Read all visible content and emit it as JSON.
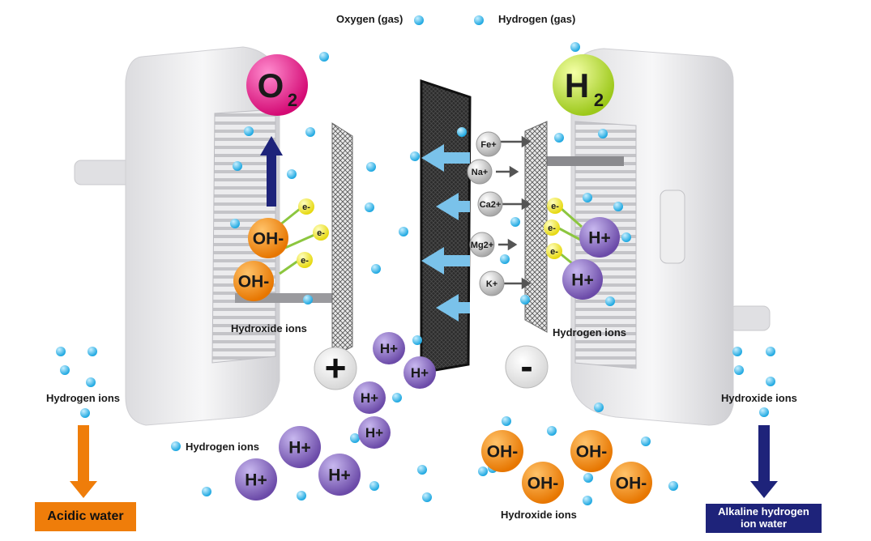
{
  "legend": {
    "oxygen_label": "Oxygen (gas)",
    "hydrogen_label": "Hydrogen (gas)"
  },
  "gases": {
    "oxygen_symbol": "O",
    "oxygen_subscript": "2",
    "hydrogen_symbol": "H",
    "hydrogen_subscript": "2"
  },
  "electrodes": {
    "anode_sign": "+",
    "cathode_sign": "-"
  },
  "membrane_ions": [
    "Fe+",
    "Na+",
    "Ca2+",
    "Mg2+",
    "K+"
  ],
  "labels": {
    "hydroxide_ions_left": "Hydroxide ions",
    "hydrogen_ions_right": "Hydrogen ions",
    "hydrogen_ions_far_left": "Hydrogen ions",
    "hydrogen_ions_bottom_left": "Hydrogen ions",
    "hydroxide_ions_far_right": "Hydroxide ions",
    "hydroxide_ions_bottom": "Hydroxide ions"
  },
  "ions": {
    "hydroxide": "OH-",
    "hydrogen": "H+",
    "electron": "e-"
  },
  "outputs": {
    "acidic": "Acidic water",
    "alkaline": "Alkaline hydrogen ion water"
  },
  "colors": {
    "oxygen_sphere": "#e0157d",
    "hydrogen_sphere": "#b5dd2a",
    "hydroxide_ion": "#f08a12",
    "hydrogen_ion": "#7b5cb5",
    "electron": "#f0e62a",
    "bubble": "#37b6ea",
    "acidic_arrow": "#ef7d0a",
    "alkaline_arrow": "#1e237a",
    "oxygen_arrow": "#1e237a",
    "flow_arrow": "#7ac2ea"
  }
}
